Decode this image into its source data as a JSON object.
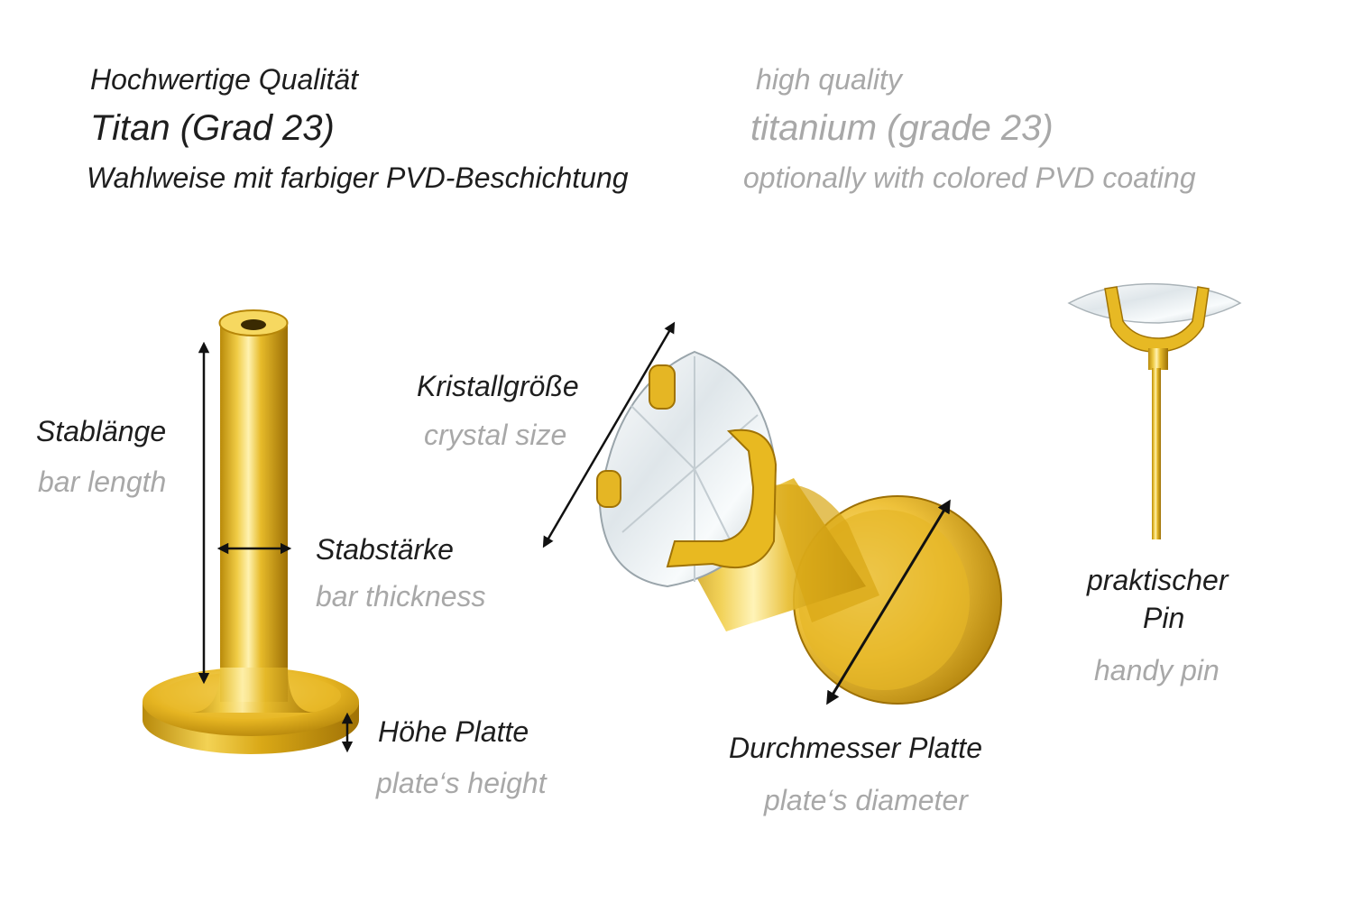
{
  "header": {
    "de": {
      "quality": "Hochwertige Qualität",
      "material": "Titan (Grad 23)",
      "coating": "Wahlweise mit farbiger PVD-Beschichtung"
    },
    "en": {
      "quality": "high quality",
      "material": "titanium (grade 23)",
      "coating": "optionally with colored PVD coating"
    }
  },
  "labels": {
    "bar_length": {
      "de": "Stablänge",
      "en": "bar length"
    },
    "bar_thickness": {
      "de": "Stabstärke",
      "en": "bar thickness"
    },
    "plate_height": {
      "de": "Höhe Platte",
      "en": "plate‘s height"
    },
    "crystal_size": {
      "de": "Kristallgröße",
      "en": "crystal size"
    },
    "plate_diameter": {
      "de": "Durchmesser Platte",
      "en": "plate‘s diameter"
    },
    "handy_pin": {
      "de_line1": "praktischer",
      "de_line2": "Pin",
      "en": "handy pin"
    }
  },
  "colors": {
    "label_dark": "#1e1e1e",
    "label_grey": "#a8a8a8",
    "gold": "#e2b51f",
    "gold_light": "#fbe58a",
    "gold_dark": "#a97a06"
  },
  "icons": {
    "arrow": "double-headed-arrow",
    "product": "gold-titanium-labret"
  }
}
